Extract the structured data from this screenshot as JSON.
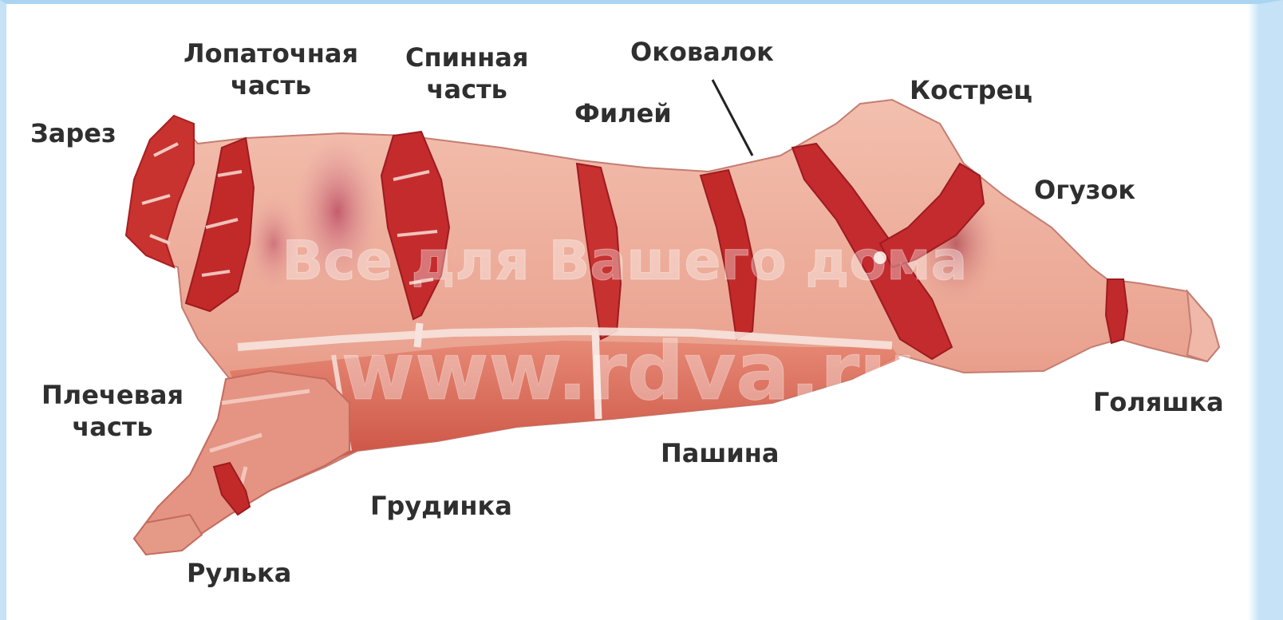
{
  "labels": {
    "zarez": "Зарез",
    "lopatochnaya": [
      "Лопаточная",
      "часть"
    ],
    "spinnaya": [
      "Спинная",
      "часть"
    ],
    "okovalok": "Оковалок",
    "filey": "Филей",
    "kostrets": "Кострец",
    "oguzok": "Огузок",
    "golyashka": "Голяшка",
    "plechevaya": [
      "Плечевая",
      "часть"
    ],
    "pashina": "Пашина",
    "grudinka": "Грудинка",
    "rulka": "Рулька"
  },
  "watermark": {
    "line1": "Все для Вашего дома",
    "line2": "www.rdva.ru"
  },
  "colors": {
    "frame": "#c5e2f7",
    "meat_base": "#e8a89a",
    "meat_dark": "#c8302c",
    "fat": "#f6e3dc",
    "label": "#2f2f2f"
  }
}
